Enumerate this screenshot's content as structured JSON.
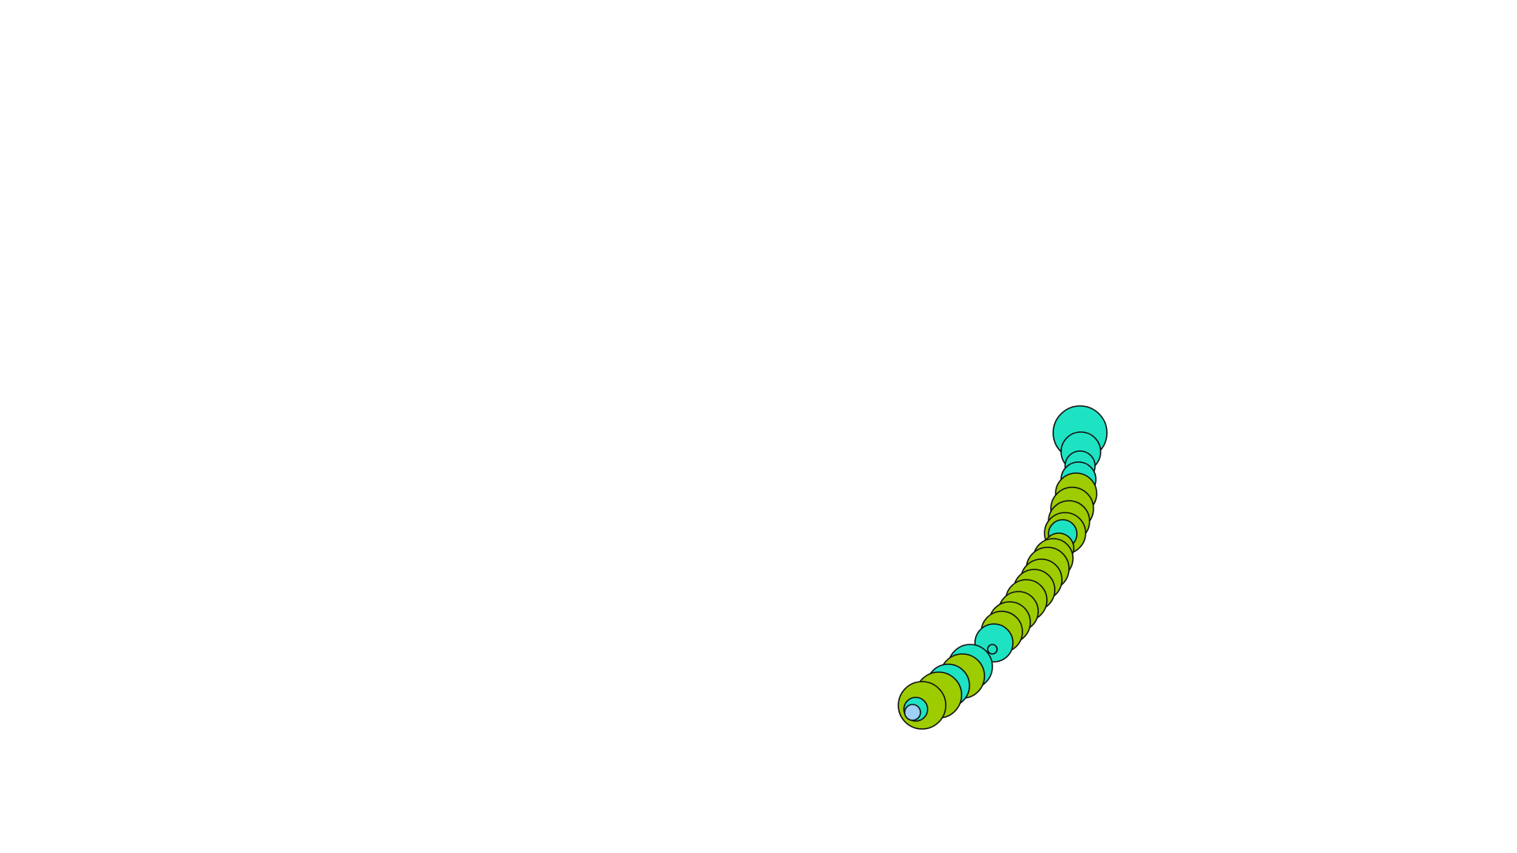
{
  "palette": {
    "background": "#ffffff",
    "outline": "#111111",
    "teal": "#1ee3c3",
    "lime": "#9dcc00",
    "lightblue": "#9fd0f5"
  },
  "beads": [
    {
      "color": "teal"
    },
    {
      "color": "teal"
    },
    {
      "color": "teal"
    },
    {
      "color": "teal"
    },
    {
      "color": "lime"
    },
    {
      "color": "lime"
    },
    {
      "color": "lime"
    },
    {
      "color": "lime"
    },
    {
      "color": "teal"
    },
    {
      "color": "lime"
    },
    {
      "color": "lime"
    },
    {
      "color": "lime"
    },
    {
      "color": "lime"
    },
    {
      "color": "lime"
    },
    {
      "color": "lime"
    },
    {
      "color": "lime"
    },
    {
      "color": "lime"
    },
    {
      "color": "lime"
    },
    {
      "color": "teal"
    },
    {
      "color": "teal"
    },
    {
      "color": "teal"
    },
    {
      "color": "lime"
    },
    {
      "color": "teal"
    },
    {
      "color": "lime"
    },
    {
      "color": "lime"
    },
    {
      "color": "teal"
    },
    {
      "color": "lightblue"
    }
  ]
}
